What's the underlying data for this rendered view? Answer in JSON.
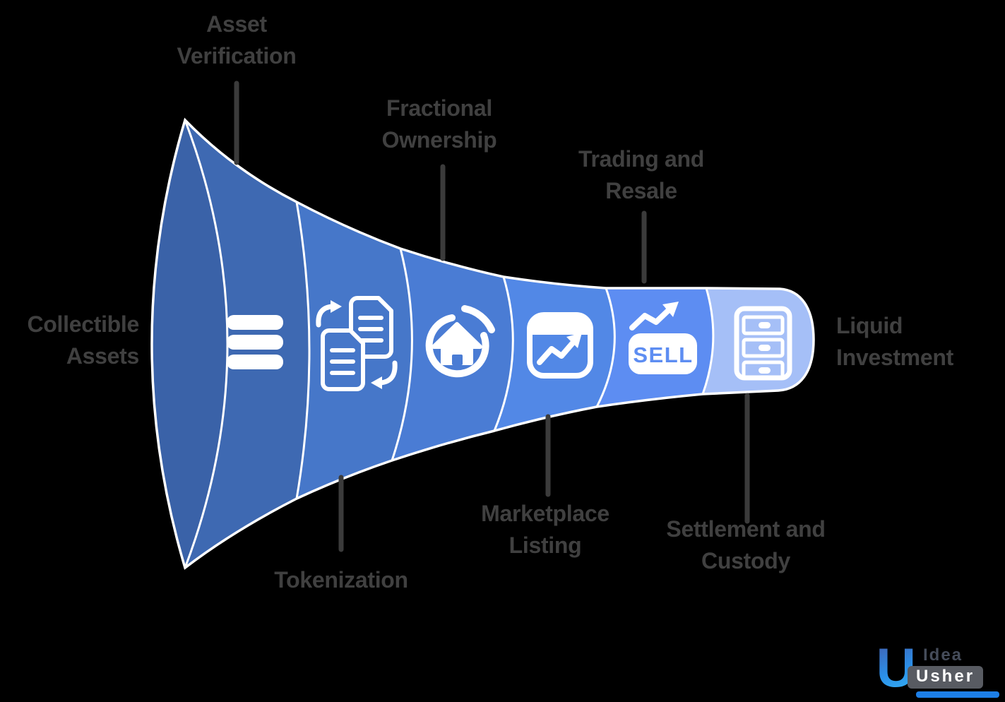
{
  "background_color": "#000000",
  "text_color": "#404040",
  "connector_color": "#3b3b3b",
  "funnel": {
    "type": "horizontal-funnel",
    "input_label": {
      "label": "Collectible Assets",
      "lines": [
        "Collectible",
        "Assets"
      ]
    },
    "output_label": {
      "label": "Liquid Investment",
      "lines": [
        "Liquid",
        "Investment"
      ]
    },
    "mouth_color": "#3A62A8",
    "outline_color": "#ffffff",
    "sell_badge_text": "SELL",
    "stages": [
      {
        "label": "Asset Verification",
        "lines": [
          "Asset",
          "Verification"
        ],
        "icon": "layers-icon",
        "color": "#3E69B2",
        "label_position": "top"
      },
      {
        "label": "Tokenization",
        "lines": [
          "Tokenization"
        ],
        "icon": "document-transfer-icon",
        "color": "#4677C9",
        "label_position": "bottom"
      },
      {
        "label": "Fractional Ownership",
        "lines": [
          "Fractional",
          "Ownership"
        ],
        "icon": "home-cycle-icon",
        "color": "#4A7CD4",
        "label_position": "top"
      },
      {
        "label": "Marketplace Listing",
        "lines": [
          "Marketplace",
          "Listing"
        ],
        "icon": "chart-window-icon",
        "color": "#5288E6",
        "label_position": "bottom"
      },
      {
        "label": "Trading and Resale",
        "lines": [
          "Trading and",
          "Resale"
        ],
        "icon": "sell-badge-icon",
        "color": "#5D8DF2",
        "label_position": "top"
      },
      {
        "label": "Settlement and Custody",
        "lines": [
          "Settlement and",
          "Custody"
        ],
        "icon": "drawer-cabinet-icon",
        "color": "#A5BFF7",
        "label_position": "bottom"
      }
    ]
  },
  "logo": {
    "word_top": "Idea",
    "word_bottom": "Usher",
    "accent_color": "#1d7fe8"
  }
}
